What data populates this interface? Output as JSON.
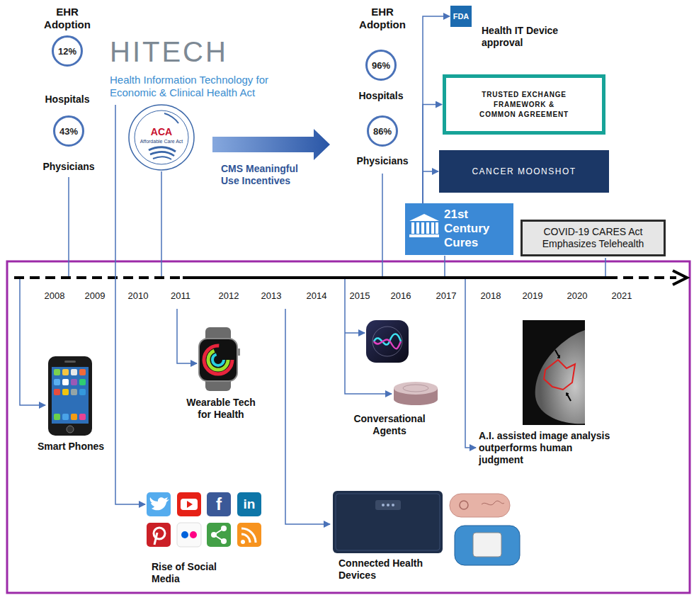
{
  "diagram": {
    "nodes": [
      {
        "text": [
          "12%",
          "Hospitals"
        ]
      },
      {
        "text": [
          "43%",
          "Physicians"
        ]
      },
      {
        "text": [
          "96%",
          "Hospitals"
        ]
      },
      {
        "text": [
          "86%",
          "Physicians"
        ]
      },
      {
        "text": [
          "FDA",
          "Health IT Device approval"
        ]
      },
      {
        "text": [
          "TRUSTED EXCHANGE FRAMEWORK & COMMON AGREEMENT"
        ]
      },
      {
        "text": [
          "CANCER MOONSHOT"
        ]
      },
      {
        "text": [
          "21st Century Cures"
        ]
      },
      {
        "text": [
          "COVID-19 CARES Act Emphasizes Telehealth"
        ]
      }
    ],
    "edges": [
      {
        "from": 7,
        "to": 4,
        "arrow": "to"
      },
      {
        "from": 7,
        "to": 5,
        "arrow": "to"
      },
      {
        "from": 7,
        "to": 6,
        "arrow": "to"
      }
    ],
    "labels": [
      "EHR Adoption",
      "HITECH",
      "Health Information Technology for Economic & Clinical Health Act",
      "ACA",
      "Affordable Care Act",
      "CMS Meaningful Use Incentives",
      "EHR Adoption",
      "2008",
      "2009",
      "2010",
      "2011",
      "2012",
      "2013",
      "2014",
      "2015",
      "2016",
      "2017",
      "2018",
      "2019",
      "2020",
      "2021",
      "Smart Phones",
      "Wearable Tech for Health",
      "Conversational Agents",
      "A.I. assisted image analysis outperforms human judgment",
      "f",
      "in",
      "Rise of Social Media",
      "Connected Health Devices"
    ]
  }
}
